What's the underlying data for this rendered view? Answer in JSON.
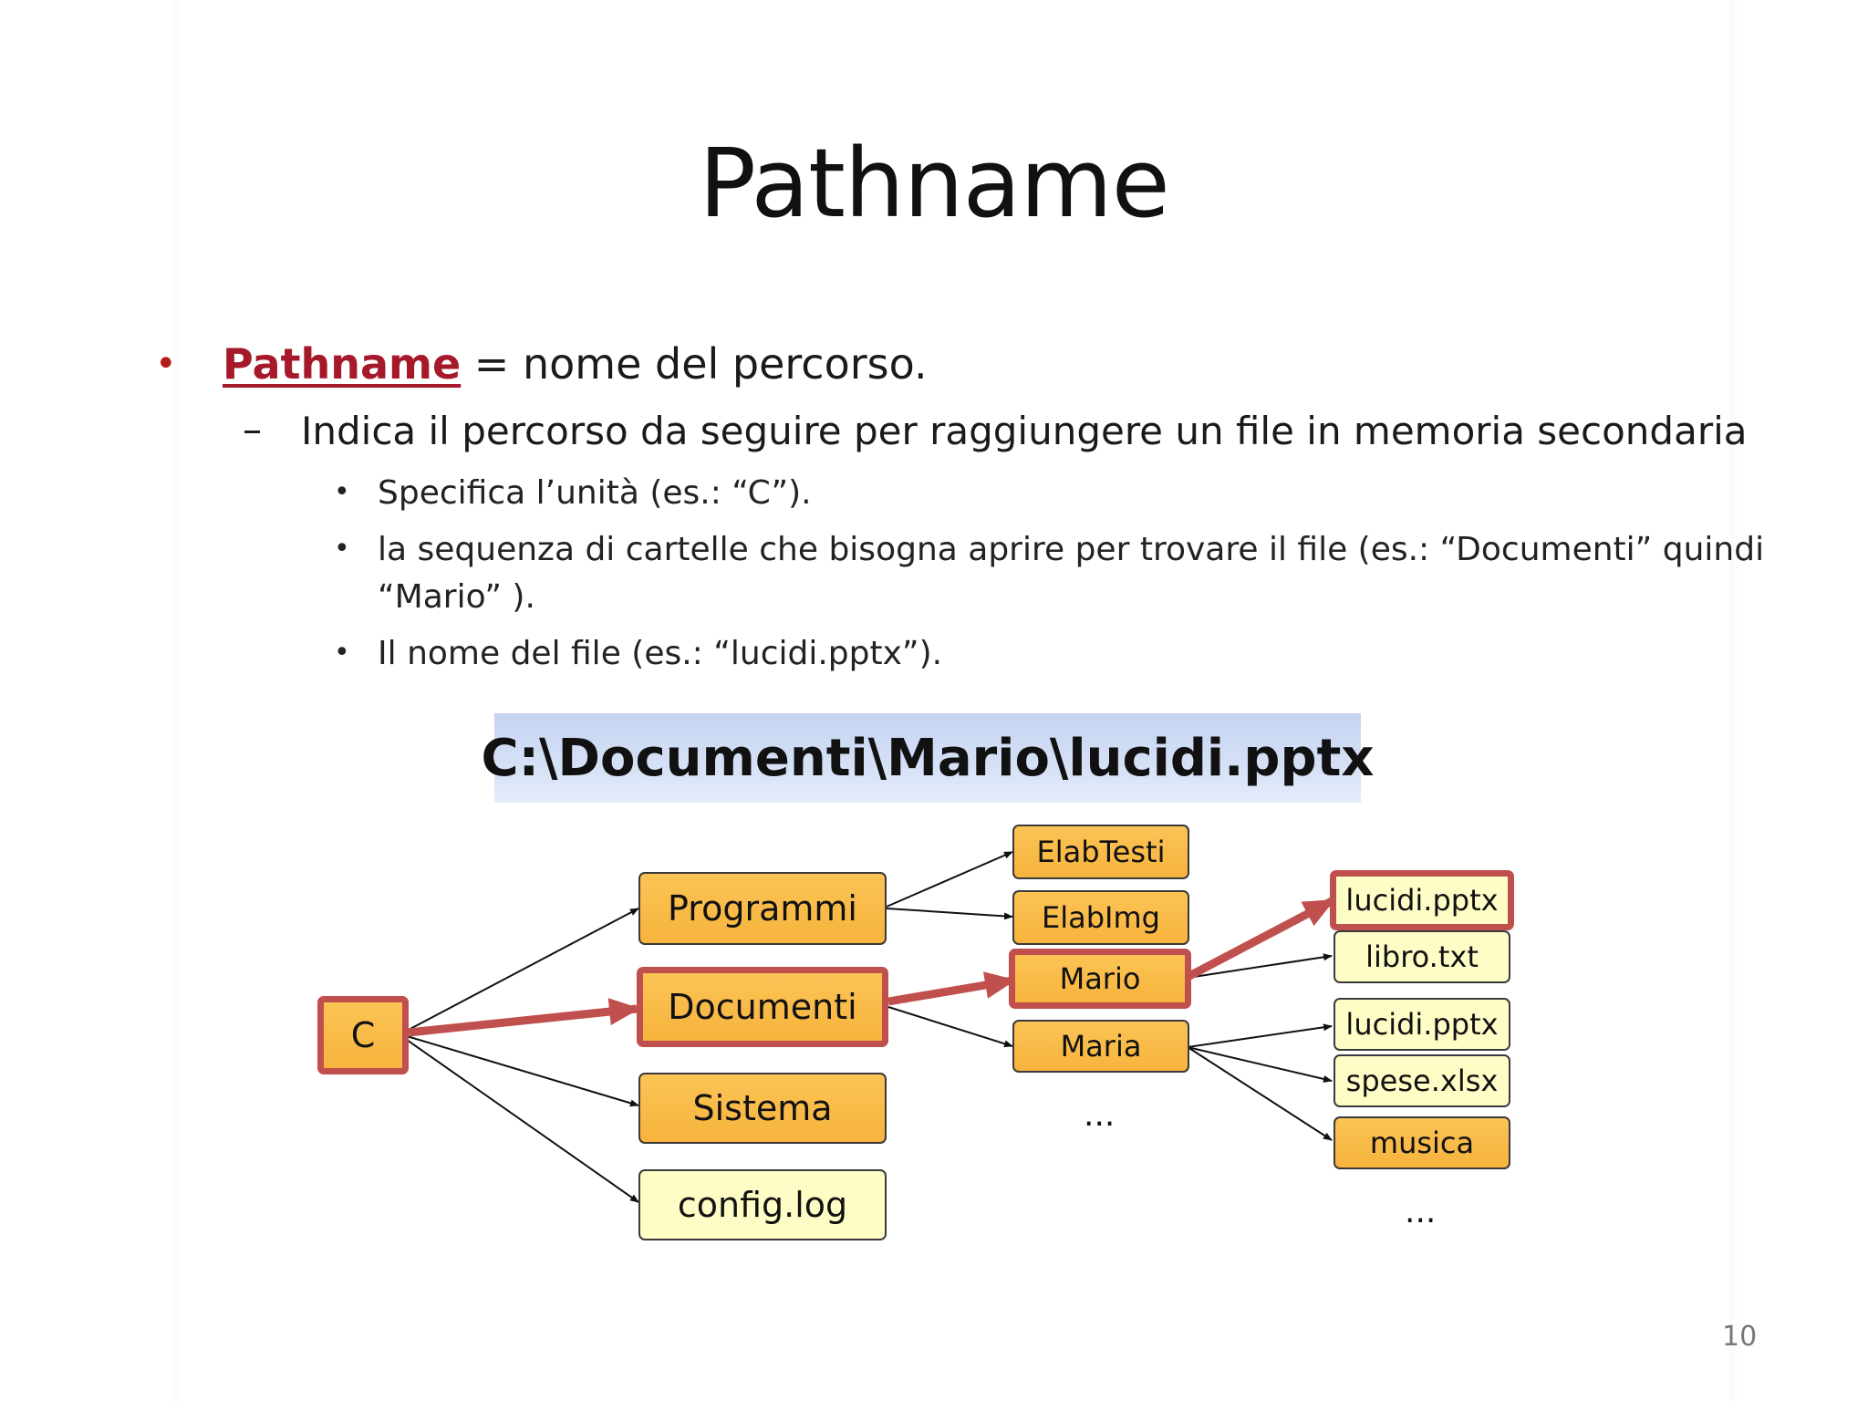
{
  "slide": {
    "title": "Pathname",
    "page_number": "10"
  },
  "bullets": {
    "main": {
      "keyword": "Pathname",
      "rest": " = nome del percorso."
    },
    "sub": {
      "dash": "–",
      "text": "Indica il percorso da seguire per raggiungere un file in memoria secondaria"
    },
    "items": [
      {
        "text": "Specifica l’unità (es.: “C”)."
      },
      {
        "text": "la sequenza di cartelle che bisogna aprire per trovare il file (es.: “Documenti” quindi",
        "text_cont": "“Mario” )."
      },
      {
        "text": "Il nome del file (es.: “lucidi.pptx”)."
      }
    ],
    "bullet_glyph": "•"
  },
  "path_example": "C:\\Documenti\\Mario\\lucidi.pptx",
  "tree": {
    "root": "C",
    "level1": [
      "Programmi",
      "Documenti",
      "Sistema",
      "config.log"
    ],
    "programmi_children": [
      "ElabTesti",
      "ElabImg"
    ],
    "documenti_children": [
      "Mario",
      "Maria"
    ],
    "level2_more": "...",
    "mario_children": [
      "lucidi.pptx",
      "libro.txt"
    ],
    "maria_children": [
      "lucidi.pptx",
      "spese.xlsx",
      "musica"
    ],
    "level3_more": "...",
    "highlighted_path": [
      "C",
      "Documenti",
      "Mario",
      "lucidi.pptx"
    ],
    "colors": {
      "folder": "#f7b33d",
      "file": "#fffdc6",
      "highlight": "#c0504d",
      "path_box": "#d6e1f6"
    }
  }
}
